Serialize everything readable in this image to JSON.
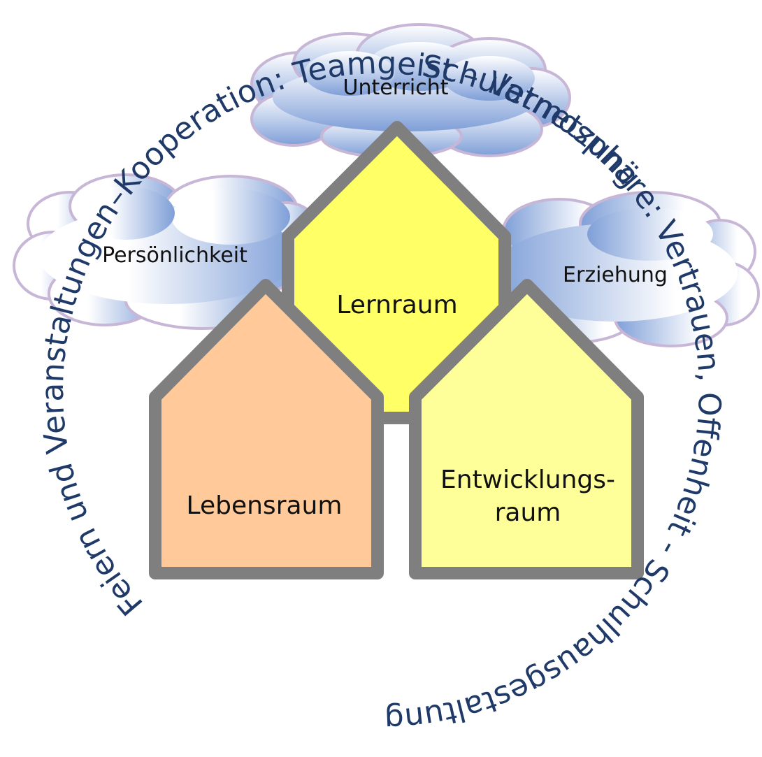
{
  "ring": {
    "text_top": "–Kooperation: Teamgeist – Vernetzung –",
    "text_bottom": "Schulatmosphäre: Vertrauen, Offenheit - Schulhausgestaltung –",
    "text_left": "Feiern und Veranstaltungen",
    "color": "#1f3a68"
  },
  "clouds": {
    "top": "Unterricht",
    "left": "Persönlichkeit",
    "right": "Erziehung"
  },
  "houses": {
    "center": "Lernraum",
    "left": "Lebensraum",
    "right_line1": "Entwicklungs-",
    "right_line2": "raum"
  },
  "colors": {
    "house_stroke": "#7f7f7f",
    "lernraum_fill": "#ffff66",
    "lebensraum_fill": "#ffc999",
    "entwicklungsraum_fill": "#ffff99",
    "cloud_stroke": "#c8b6d6",
    "cloud_blue": "#7f9fd8"
  }
}
